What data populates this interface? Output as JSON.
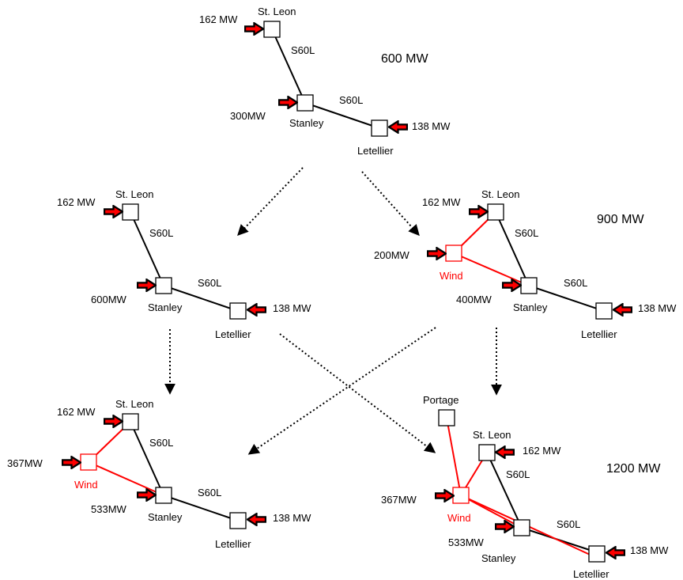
{
  "colors": {
    "line_black": "#000000",
    "line_red": "#ff0000",
    "arrow_fill": "#ff0000",
    "arrow_outline": "#000000",
    "node_fill": "#ffffff"
  },
  "icons": {
    "injection_arrow": "red-arrow-icon",
    "bus": "square-node-icon",
    "transition": "dotted-arrow-icon"
  },
  "totals": {
    "s600": "600 MW",
    "s900": "900 MW",
    "s1200": "1200 MW"
  },
  "top": {
    "stleon": "St. Leon",
    "stanley": "Stanley",
    "letellier": "Letellier",
    "s60l_1": "S60L",
    "s60l_2": "S60L",
    "mw_stleon": "162 MW",
    "mw_stanley": "300MW",
    "mw_letellier": "138 MW"
  },
  "mid_left": {
    "stleon": "St. Leon",
    "stanley": "Stanley",
    "letellier": "Letellier",
    "s60l_1": "S60L",
    "s60l_2": "S60L",
    "mw_stleon": "162 MW",
    "mw_stanley": "600MW",
    "mw_letellier": "138 MW"
  },
  "mid_right": {
    "stleon": "St. Leon",
    "stanley": "Stanley",
    "letellier": "Letellier",
    "wind": "Wind",
    "s60l_1": "S60L",
    "s60l_2": "S60L",
    "mw_stleon": "162 MW",
    "mw_wind": "200MW",
    "mw_stanley": "400MW",
    "mw_letellier": "138 MW"
  },
  "bot_left": {
    "stleon": "St. Leon",
    "stanley": "Stanley",
    "letellier": "Letellier",
    "wind": "Wind",
    "s60l_1": "S60L",
    "s60l_2": "S60L",
    "mw_stleon": "162 MW",
    "mw_wind": "367MW",
    "mw_stanley": "533MW",
    "mw_letellier": "138 MW"
  },
  "bot_right": {
    "portage": "Portage",
    "stleon": "St. Leon",
    "stanley": "Stanley",
    "letellier": "Letellier",
    "wind": "Wind",
    "s60l_1": "S60L",
    "s60l_2": "S60L",
    "mw_stleon": "162 MW",
    "mw_wind": "367MW",
    "mw_stanley": "533MW",
    "mw_letellier": "138 MW"
  }
}
